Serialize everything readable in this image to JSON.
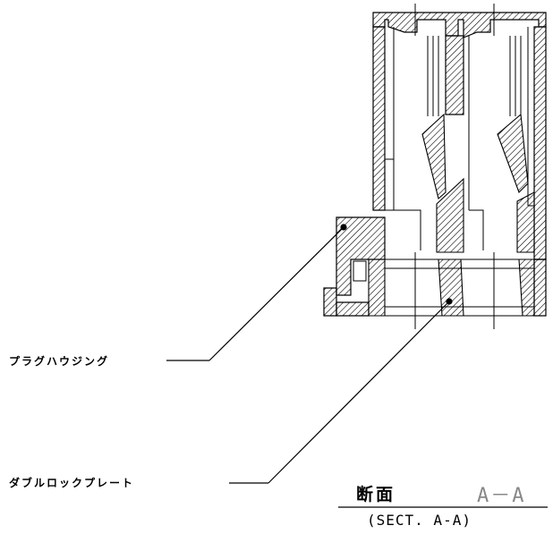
{
  "labels": {
    "plug_housing": "プラグハウジング",
    "double_lock_plate": "ダブルロックプレート"
  },
  "section": {
    "title": "断面",
    "id": "A－A",
    "subtitle": "(SECT. A-A)"
  },
  "colors": {
    "line": "#000000",
    "hatch": "#000000",
    "dim": "#888888"
  }
}
